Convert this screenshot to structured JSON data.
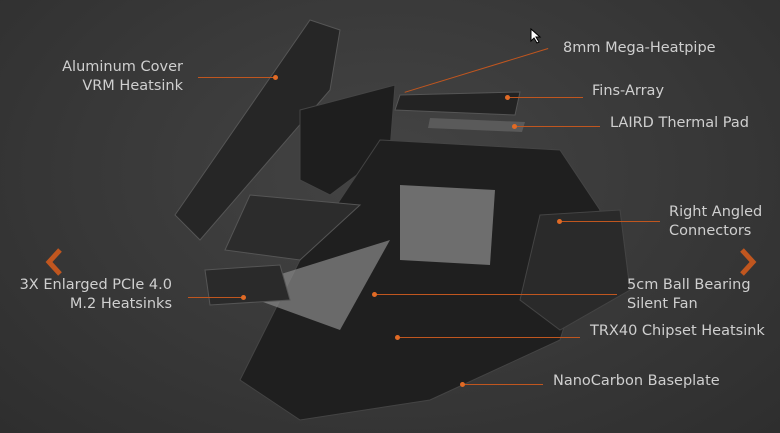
{
  "colors": {
    "accent": "#c0561f",
    "text": "#cfcfcf",
    "background": "#3a3a3a"
  },
  "labels": {
    "aluminum_cover": [
      "Aluminum Cover",
      "VRM Heatsink"
    ],
    "heatpipe": "8mm Mega-Heatpipe",
    "fins": "Fins-Array",
    "laird": "LAIRD Thermal Pad",
    "connectors": [
      "Right Angled",
      "Connectors"
    ],
    "m2": [
      "3X Enlarged PCIe 4.0",
      "M.2 Heatsinks"
    ],
    "fan": [
      "5cm Ball Bearing",
      "Silent Fan"
    ],
    "chipset": "TRX40 Chipset Heatsink",
    "baseplate": "NanoCarbon Baseplate"
  },
  "nav": {
    "prev_icon": "chevron-left-icon",
    "next_icon": "chevron-right-icon"
  }
}
